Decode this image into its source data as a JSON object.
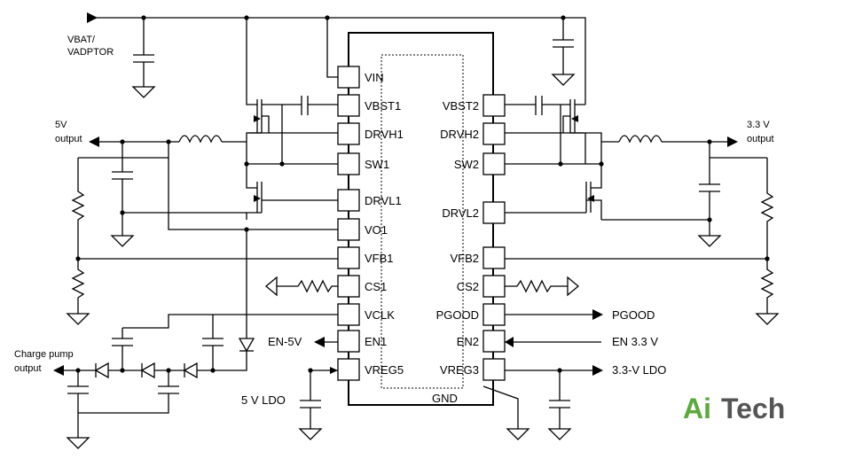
{
  "inputs": {
    "vbat_line1": "VBAT/",
    "vbat_line2": "VADPTOR"
  },
  "outputs": {
    "out5v_line1": "5V",
    "out5v_line2": "output",
    "out33_line1": "3.3 V",
    "out33_line2": "output",
    "charge_line1": "Charge pump",
    "charge_line2": "output",
    "ldo5": "5 V LDO",
    "ldo33": "3.3-V LDO"
  },
  "pins_left": [
    "VIN",
    "VBST1",
    "DRVH1",
    "SW1",
    "DRVL1",
    "VO1",
    "VFB1",
    "CS1",
    "VCLK",
    "EN1",
    "VREG5"
  ],
  "pins_right": [
    "VBST2",
    "DRVH2",
    "SW2",
    "DRVL2",
    "VFB2",
    "CS2",
    "PGOOD",
    "EN2",
    "VREG3"
  ],
  "gnd_label": "GND",
  "signals": {
    "pgood": "PGOOD",
    "en5v": "EN-5V",
    "en33": "EN 3.3 V"
  },
  "brand": {
    "part1": "Ai",
    "part2": "Tech"
  }
}
